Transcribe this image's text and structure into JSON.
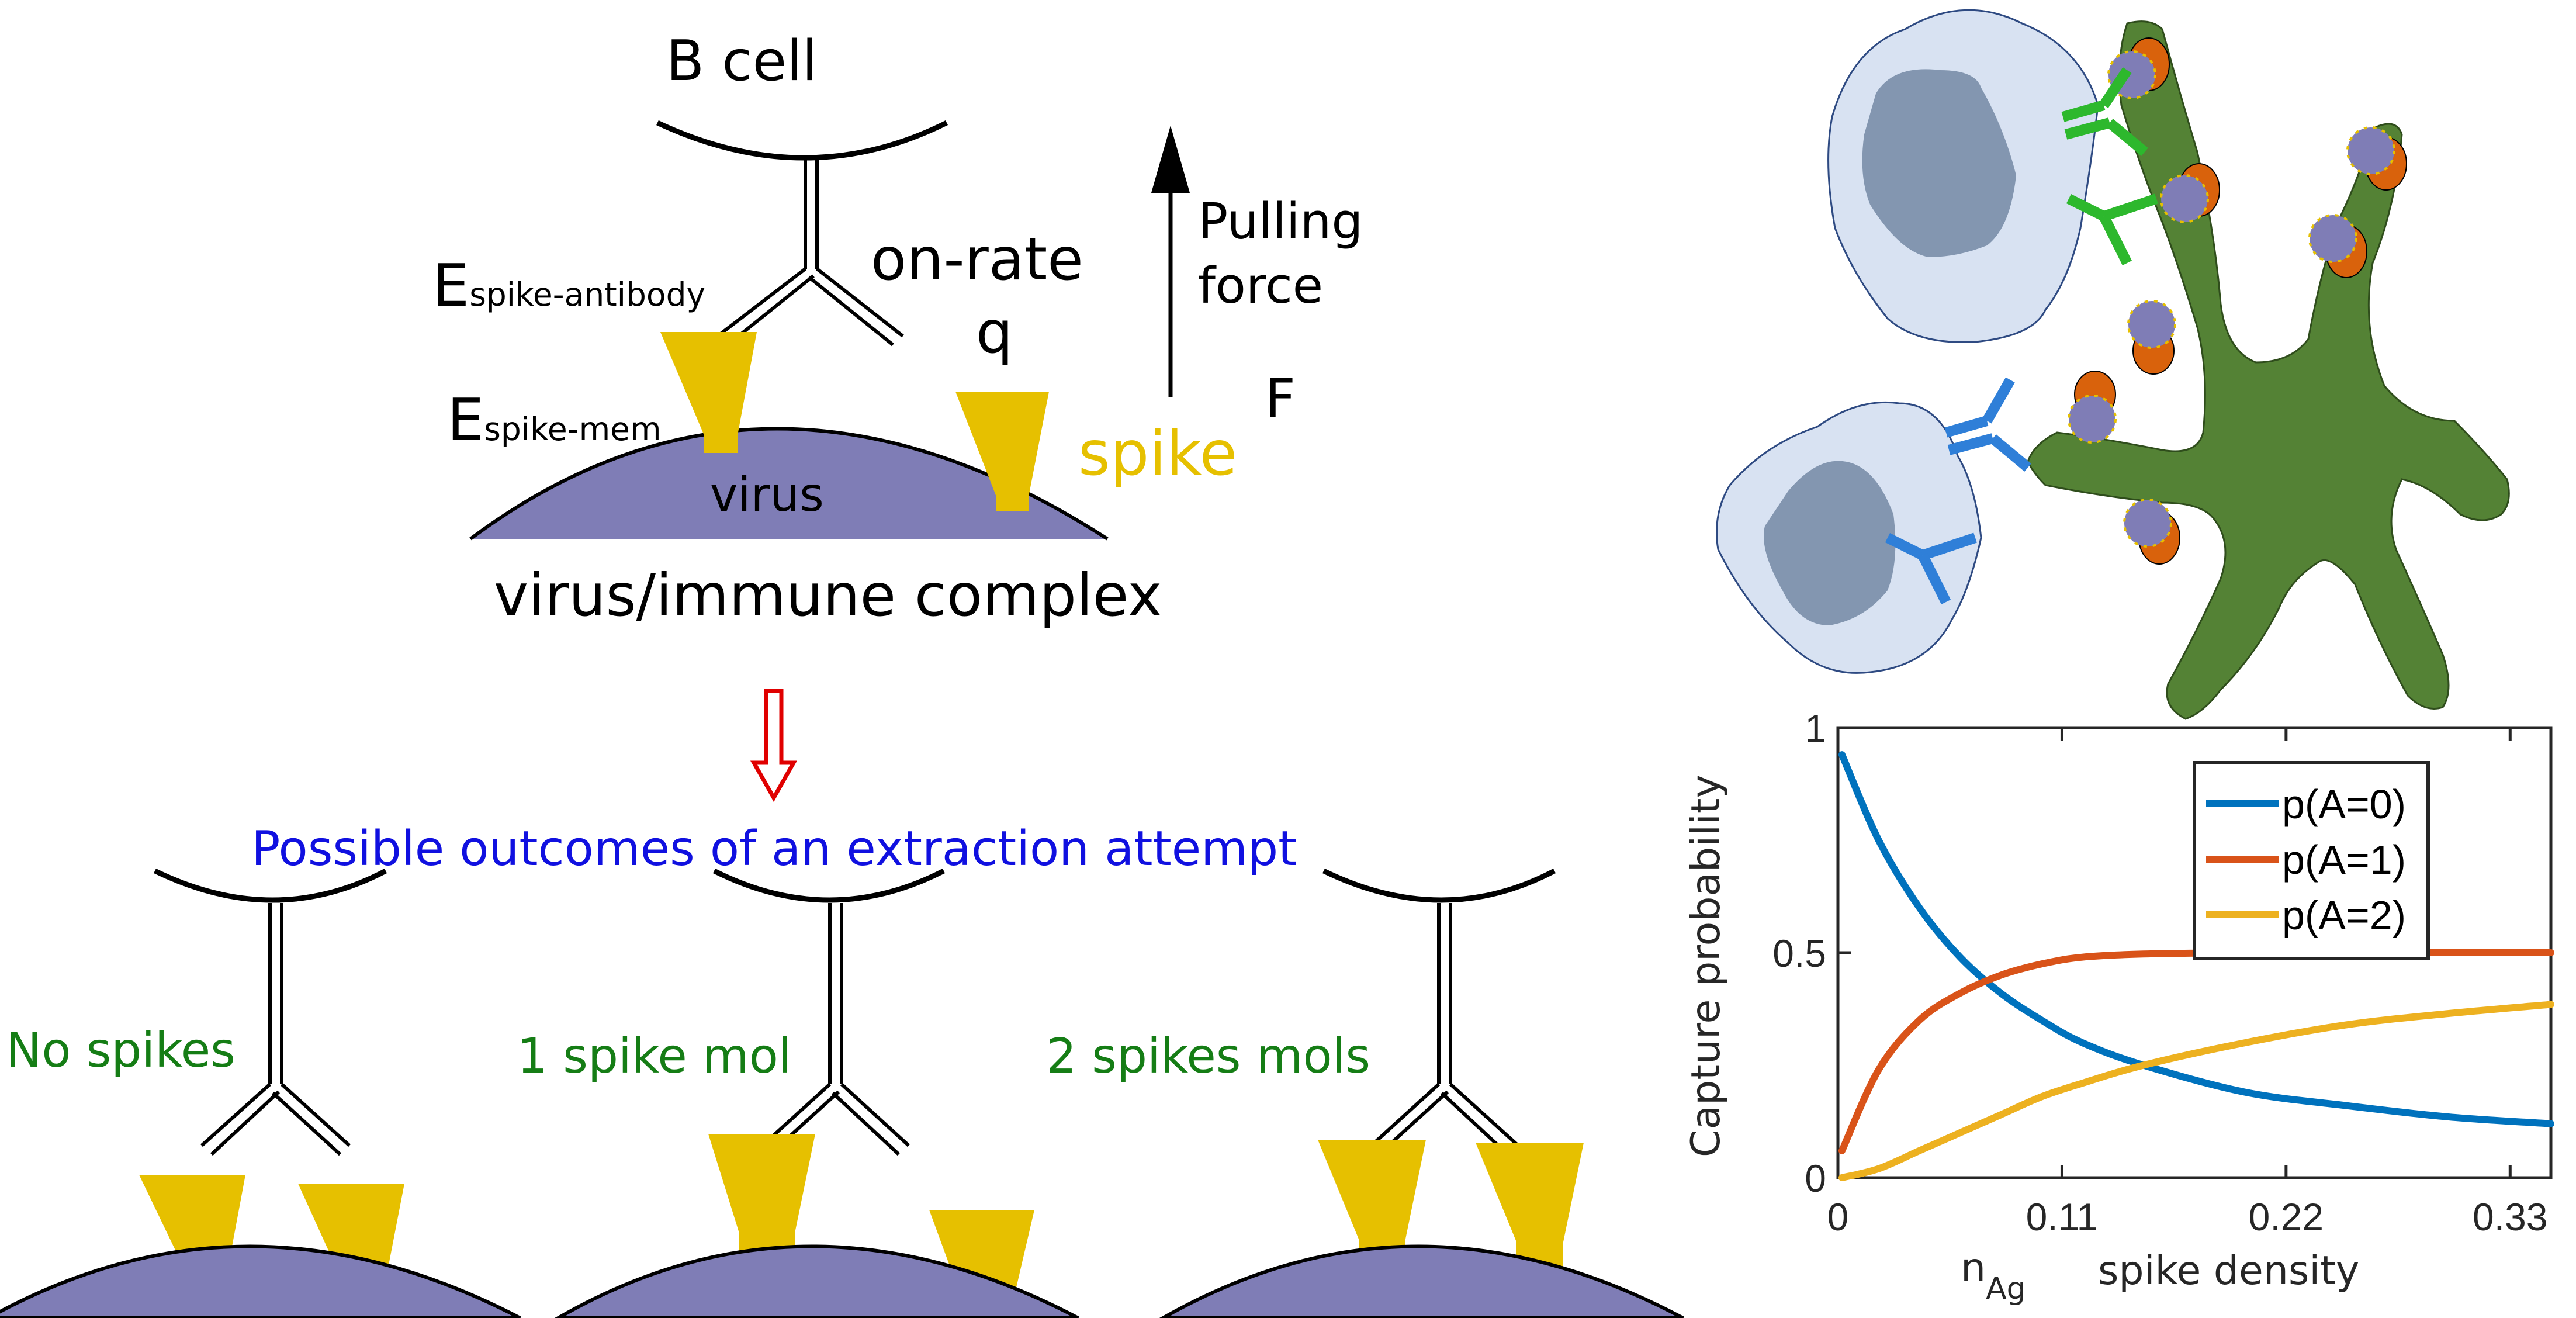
{
  "schematic": {
    "b_cell_label": "B cell",
    "e_spike_antibody": {
      "main": "E",
      "sub": "spike-antibody"
    },
    "e_spike_mem": {
      "main": "E",
      "sub": "spike-mem"
    },
    "on_rate_label": "on-rate",
    "q_label": "q",
    "pulling_force_line1": "Pulling",
    "pulling_force_line2": "force",
    "f_label": "F",
    "spike_label": "spike",
    "virus_label": "virus",
    "complex_label": "virus/immune complex"
  },
  "outcomes": {
    "title": "Possible outcomes of an extraction attempt",
    "items": [
      {
        "label": "No spikes"
      },
      {
        "label": "1 spike mol"
      },
      {
        "label": "2 spikes mols"
      }
    ]
  },
  "colors": {
    "virus": "#7f7db6",
    "spike": "#e6c000",
    "outcome_text": "#157d15",
    "title_text": "#1010e0",
    "arrow_red": "#e00000",
    "cell_fill": "#d8e2f2",
    "nucleus": "#8396b0",
    "dendritic": "#548235",
    "green_ab": "#2db82d",
    "blue_ab": "#2f7fd8",
    "orange": "#d9620c"
  },
  "chart_data": {
    "type": "line",
    "title": "",
    "xlabel": "spike density",
    "xlabel_symbol": {
      "main": "n",
      "sub": "Ag"
    },
    "ylabel": "Capture probability",
    "xlim": [
      0,
      0.35
    ],
    "ylim": [
      0,
      1
    ],
    "xticks": [
      "0",
      "0.11",
      "0.22",
      "0.33"
    ],
    "xtick_values": [
      0,
      0.11,
      0.22,
      0.33
    ],
    "yticks": [
      "0",
      "0.5",
      "1"
    ],
    "ytick_values": [
      0,
      0.5,
      1
    ],
    "grid": false,
    "legend_position": "top-right",
    "x": [
      0.002,
      0.02,
      0.04,
      0.06,
      0.08,
      0.1,
      0.12,
      0.15,
      0.2,
      0.25,
      0.3,
      0.35
    ],
    "series": [
      {
        "name": "p(A=0)",
        "color": "#0072bd",
        "values": [
          0.94,
          0.75,
          0.6,
          0.49,
          0.41,
          0.35,
          0.3,
          0.25,
          0.19,
          0.16,
          0.135,
          0.12
        ]
      },
      {
        "name": "p(A=1)",
        "color": "#d95319",
        "values": [
          0.06,
          0.24,
          0.35,
          0.41,
          0.45,
          0.475,
          0.49,
          0.497,
          0.5,
          0.5,
          0.5,
          0.5
        ]
      },
      {
        "name": "p(A=2)",
        "color": "#edb120",
        "values": [
          0.0,
          0.02,
          0.06,
          0.1,
          0.14,
          0.18,
          0.21,
          0.25,
          0.3,
          0.34,
          0.365,
          0.385
        ]
      }
    ]
  }
}
